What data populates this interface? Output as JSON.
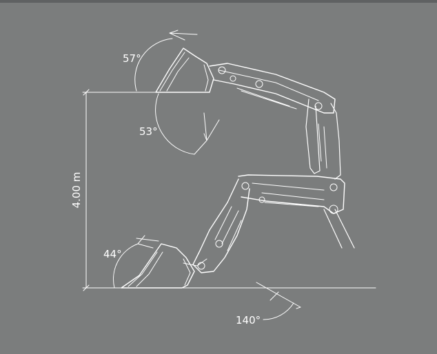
{
  "diagram": {
    "background_color": "#7b7d7d",
    "line_color": "#ffffff",
    "labels": {
      "height": "4.00 m",
      "angle_top_tilt": "57°",
      "angle_top_dump": "53°",
      "angle_bottom_rollback": "44°",
      "angle_ground": "140°"
    }
  }
}
